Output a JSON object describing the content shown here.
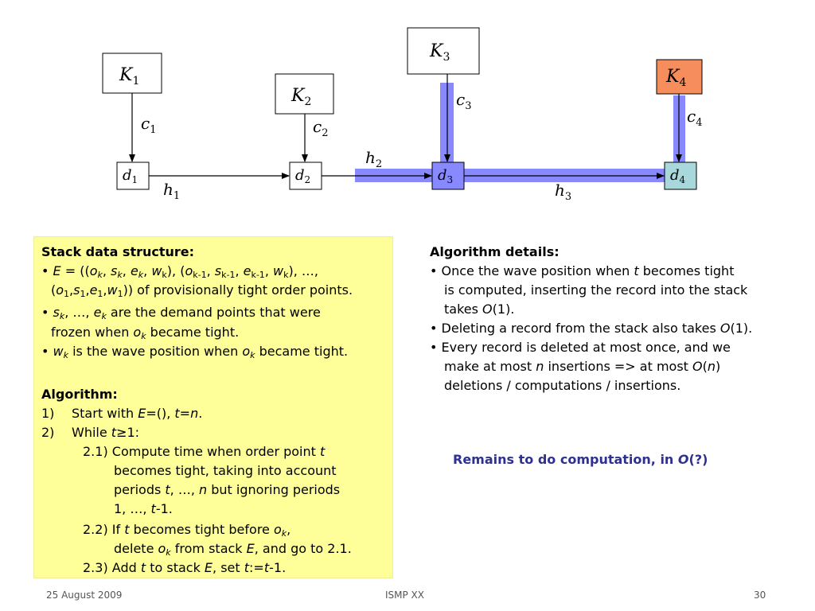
{
  "diagram": {
    "nodes": {
      "K1": {
        "letter": "K",
        "sub": "1"
      },
      "K2": {
        "letter": "K",
        "sub": "2"
      },
      "K3": {
        "letter": "K",
        "sub": "3"
      },
      "K4": {
        "letter": "K",
        "sub": "4"
      },
      "d1": {
        "letter": "d",
        "sub": "1"
      },
      "d2": {
        "letter": "d",
        "sub": "2"
      },
      "d3": {
        "letter": "d",
        "sub": "3"
      },
      "d4": {
        "letter": "d",
        "sub": "4"
      }
    },
    "labels": {
      "c1": {
        "letter": "c",
        "sub": "1"
      },
      "c2": {
        "letter": "c",
        "sub": "2"
      },
      "c3": {
        "letter": "c",
        "sub": "3"
      },
      "c4": {
        "letter": "c",
        "sub": "4"
      },
      "h1": {
        "letter": "h",
        "sub": "1"
      },
      "h2": {
        "letter": "h",
        "sub": "2"
      },
      "h3": {
        "letter": "h",
        "sub": "3"
      }
    },
    "colors": {
      "highlight": "#8888ff",
      "k4_fill": "#f58d5d",
      "d3_fill": "#8888ff",
      "d4_fill": "#a9d8dc"
    }
  },
  "left": {
    "stack_title": "Stack data structure:",
    "algorithm_title": "Algorithm:",
    "line_1_1": "1)",
    "line_1_2": "Start with",
    "line_2_1": "2)",
    "line_2_2": "While"
  },
  "right": {
    "title": "Algorithm details:",
    "remains": "Remains to do computation, in"
  },
  "footer": {
    "date": "25 August 2009",
    "event": "ISMP XX",
    "page": "30"
  }
}
